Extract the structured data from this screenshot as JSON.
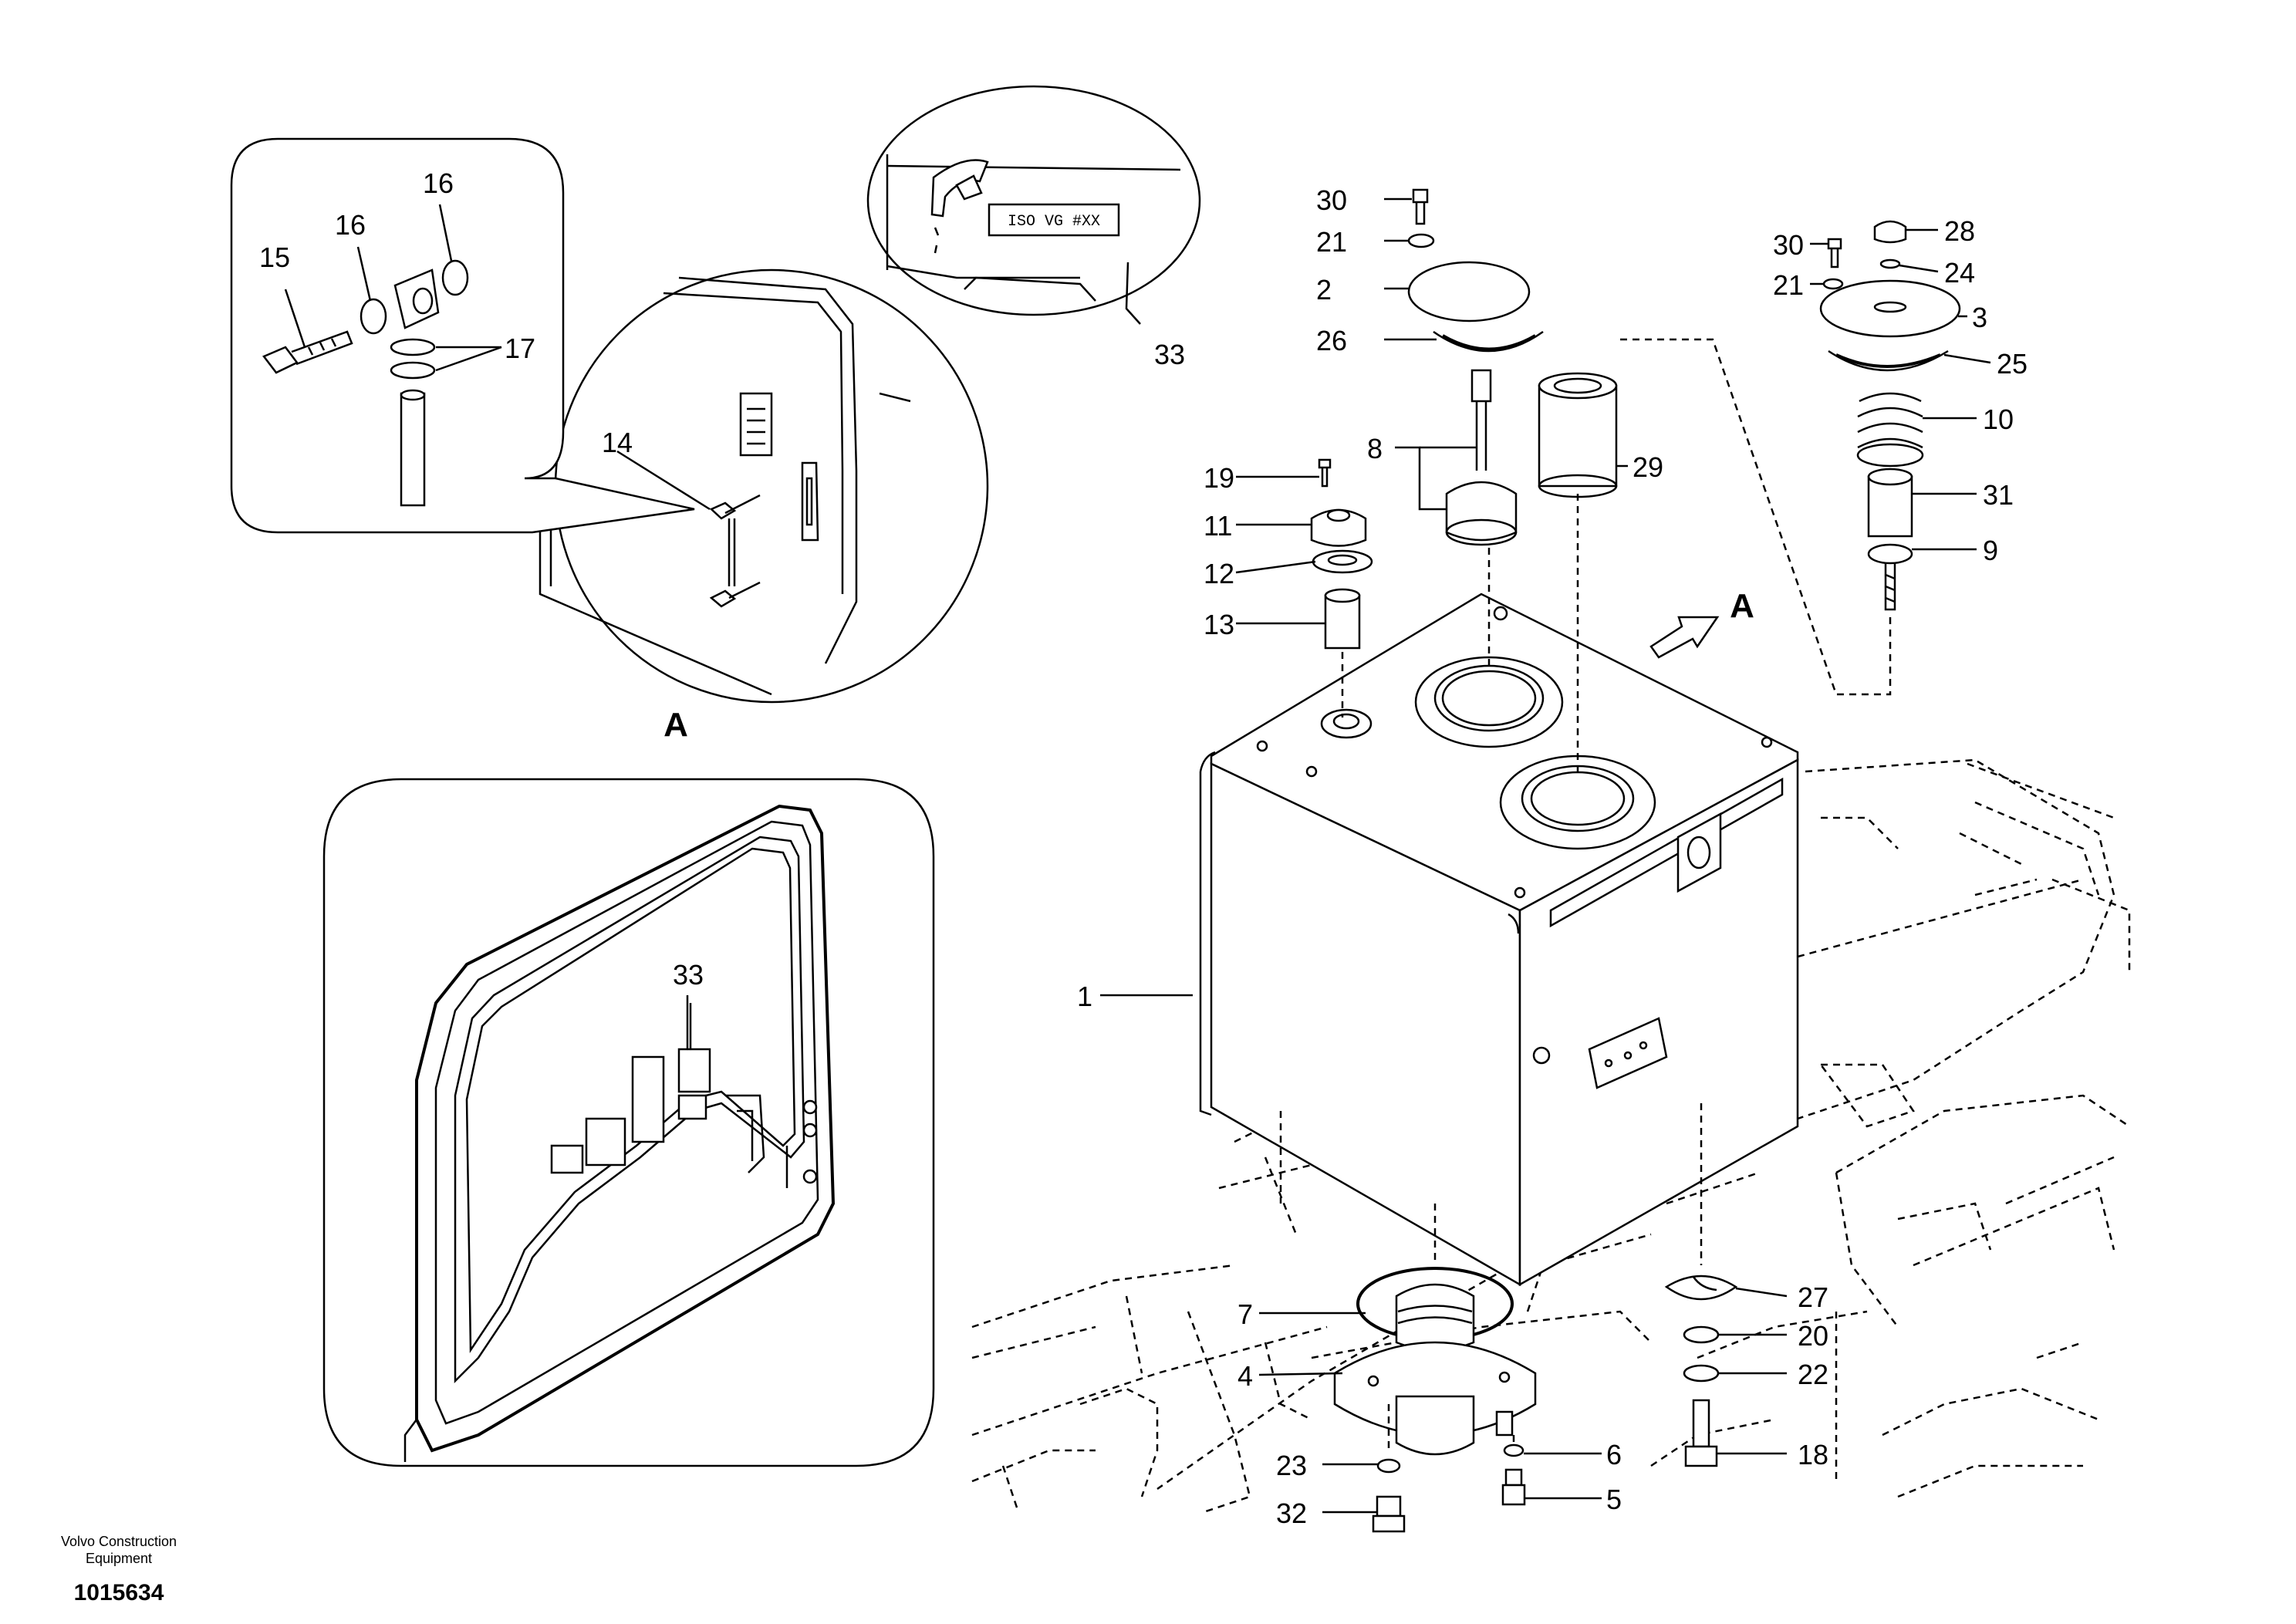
{
  "callouts": {
    "c1": "1",
    "c2": "2",
    "c3": "3",
    "c4": "4",
    "c5": "5",
    "c6": "6",
    "c7": "7",
    "c8": "8",
    "c9": "9",
    "c10": "10",
    "c11": "11",
    "c12": "12",
    "c13": "13",
    "c14": "14",
    "c15": "15",
    "c16a": "16",
    "c16b": "16",
    "c17": "17",
    "c18": "18",
    "c19": "19",
    "c20": "20",
    "c21a": "21",
    "c21b": "21",
    "c22": "22",
    "c23": "23",
    "c24": "24",
    "c25": "25",
    "c26": "26",
    "c27": "27",
    "c28": "28",
    "c29": "29",
    "c30a": "30",
    "c30b": "30",
    "c31": "31",
    "c32": "32",
    "c33a": "33",
    "c33b": "33"
  },
  "view_labels": {
    "detail_a_circle": "A",
    "arrow_a": "A"
  },
  "oil_plate_text": "ISO VG #XX",
  "footer": {
    "company_line1": "Volvo Construction",
    "company_line2": "Equipment",
    "document_number": "1015634"
  }
}
